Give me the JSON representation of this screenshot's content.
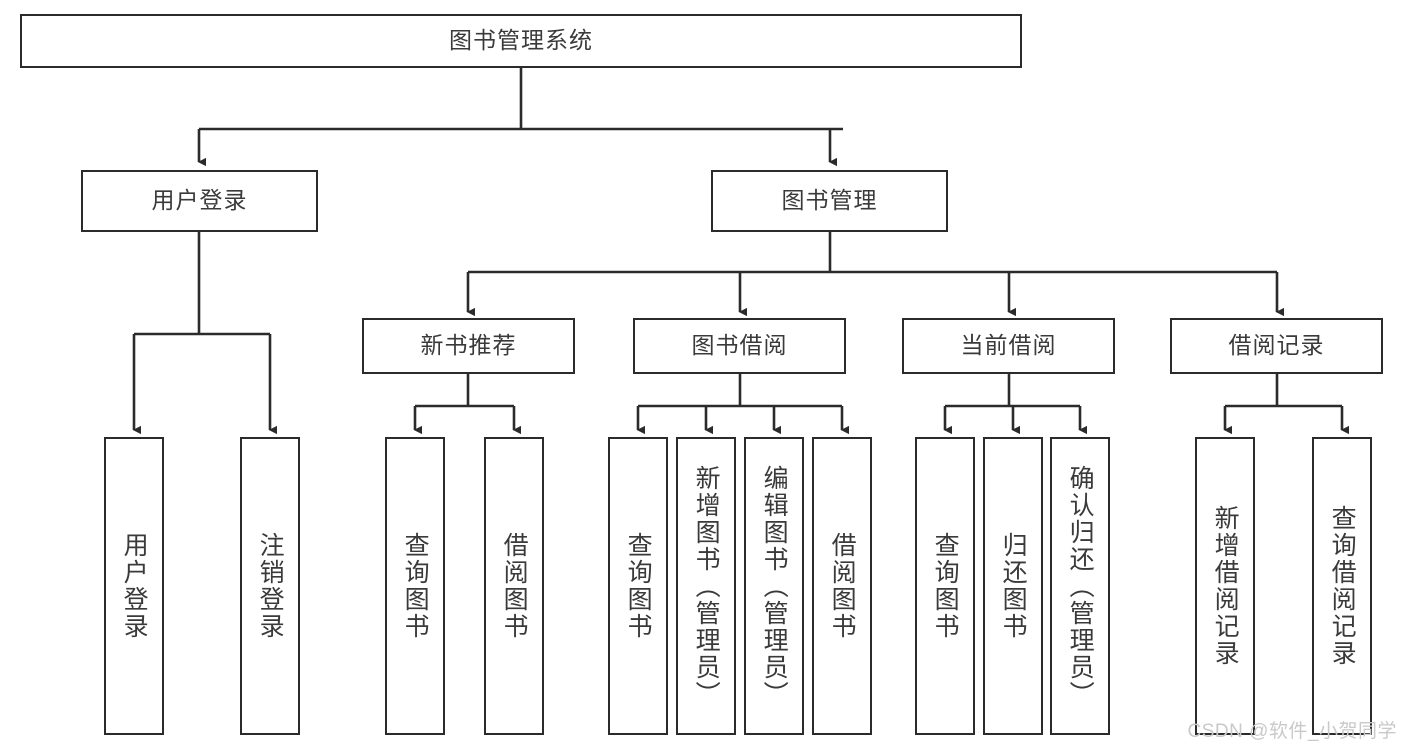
{
  "diagram": {
    "title_node": {
      "label": "图书管理系统"
    },
    "level1": [
      {
        "label": "用户登录"
      },
      {
        "label": "图书管理"
      }
    ],
    "level2": [
      {
        "label": "新书推荐"
      },
      {
        "label": "图书借阅"
      },
      {
        "label": "当前借阅"
      },
      {
        "label": "借阅记录"
      }
    ],
    "leaves": {
      "user_login": [
        {
          "label": "用户登录"
        },
        {
          "label": "注销登录"
        }
      ],
      "new_book_recommend": [
        {
          "label": "查询图书"
        },
        {
          "label": "借阅图书"
        }
      ],
      "book_borrow": [
        {
          "label": "查询图书"
        },
        {
          "label": "新增图书（管理员）"
        },
        {
          "label": "编辑图书（管理员）"
        },
        {
          "label": "借阅图书"
        }
      ],
      "current_borrow": [
        {
          "label": "查询图书"
        },
        {
          "label": "归还图书"
        },
        {
          "label": "确认归还（管理员）"
        }
      ],
      "borrow_record": [
        {
          "label": "新增借阅记录"
        },
        {
          "label": "查询借阅记录"
        }
      ]
    },
    "watermark": {
      "text": "CSDN @软件_小贺同学"
    },
    "colors": {
      "stroke": "#2b2b2b",
      "text": "#3a3a3a",
      "background": "#ffffff",
      "watermark": "#c9c9c9"
    }
  }
}
